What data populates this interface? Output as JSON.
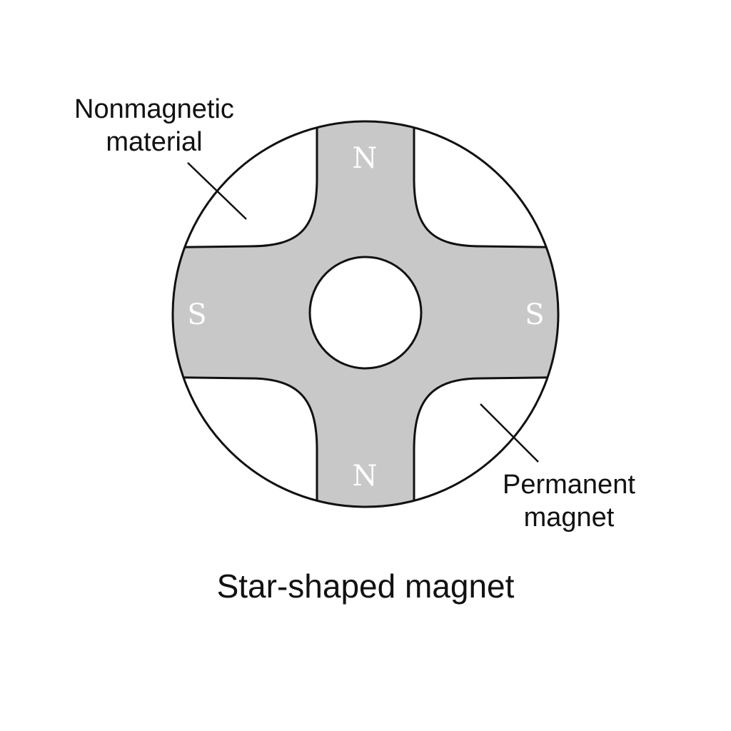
{
  "diagram": {
    "title": "Star-shaped magnet",
    "labels": {
      "nonmagnetic": [
        "Nonmagnetic",
        "material"
      ],
      "permanent": [
        "Permanent",
        "magnet"
      ]
    },
    "poles": {
      "top": "N",
      "bottom": "N",
      "left": "S",
      "right": "S"
    },
    "colors": {
      "magnet_fill": "#c8c8c8",
      "nonmagnetic_fill": "#ffffff",
      "outline": "#111111",
      "pole_text": "#ffffff"
    }
  }
}
